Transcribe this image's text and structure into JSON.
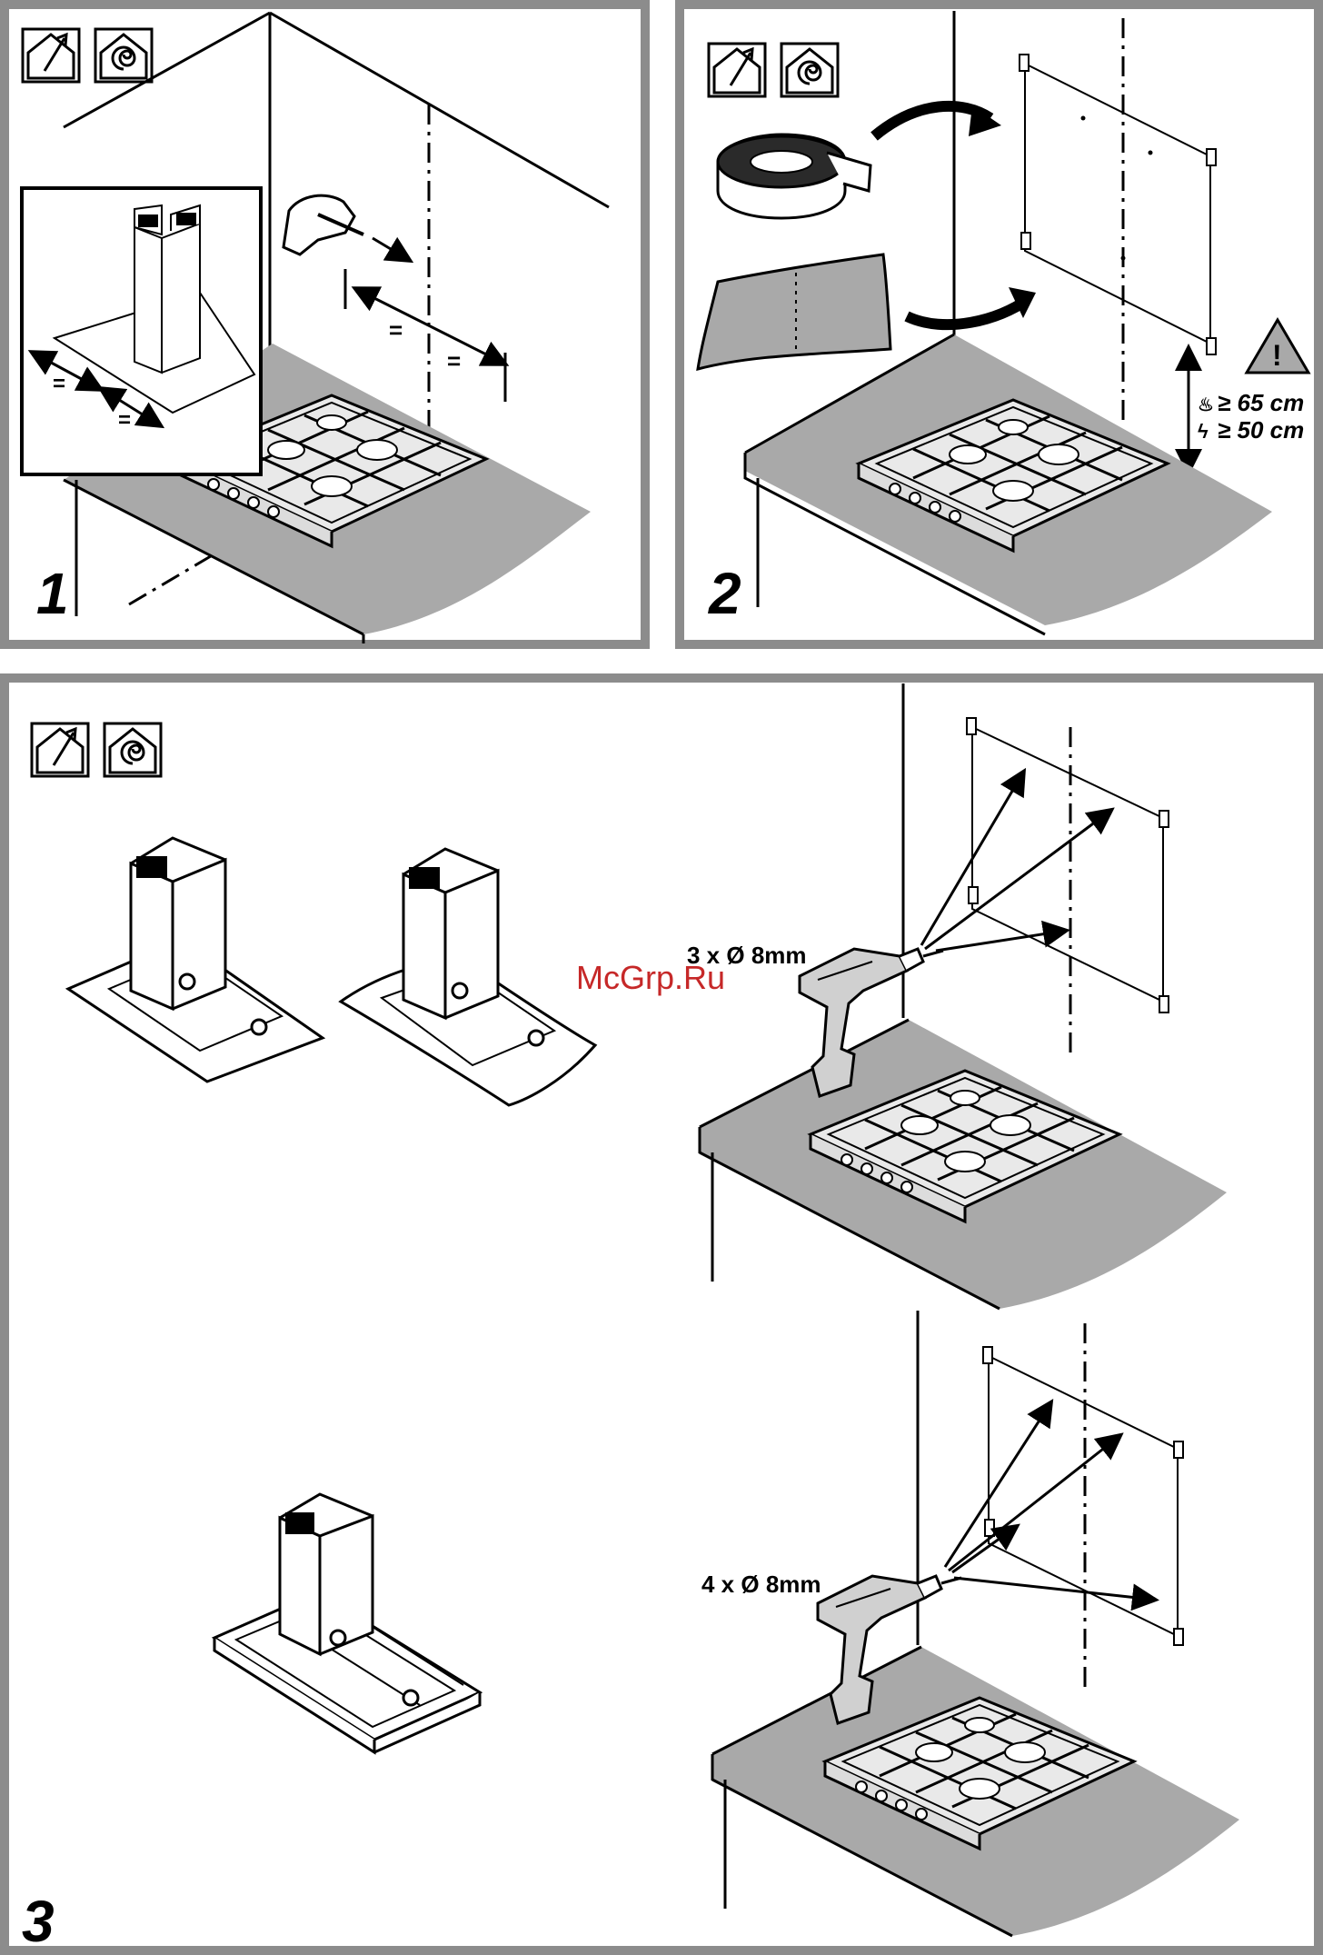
{
  "panels": {
    "step1": {
      "number": "1",
      "equal_marks": [
        "=",
        "=",
        "=",
        "="
      ]
    },
    "step2": {
      "number": "2",
      "warning_symbol": "!",
      "min_distance_gas": "≥ 65 cm",
      "min_distance_electric": "≥ 50 cm"
    },
    "step3": {
      "number": "3",
      "drill_label_top": "3 x Ø 8mm",
      "drill_label_bottom": "4 x Ø 8mm"
    }
  },
  "watermark": "McGrp.Ru",
  "icons": [
    "duct-out-house-icon",
    "recirculation-house-icon"
  ],
  "colors": {
    "frame": "#8c8c8c",
    "worktop": "#a9a9a9",
    "ink": "#000000",
    "watermark": "#c62828"
  }
}
